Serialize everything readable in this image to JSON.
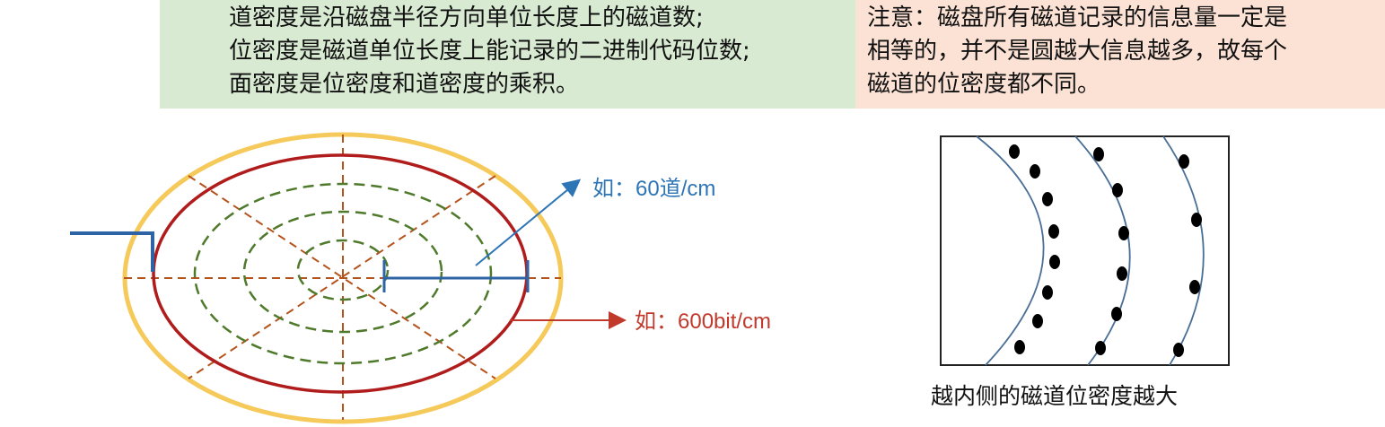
{
  "definitions": {
    "lines": [
      "道密度是沿磁盘半径方向单位长度上的磁道数;",
      "位密度是磁道单位长度上能记录的二进制代码位数;",
      "面密度是位密度和道密度的乘积。"
    ]
  },
  "note": {
    "lines": [
      "注意：磁盘所有磁道记录的信息量一定是",
      "相等的，并不是圆越大信息越多，故每个",
      "磁道的位密度都不同。"
    ]
  },
  "disk_diagram": {
    "track_density_label": "如：60道/cm",
    "bit_density_label": "如：600bit/cm",
    "colors": {
      "platter_edge": "#f5c95a",
      "outer_track": "#b01c1c",
      "inner_tracks": "#4f7a2c",
      "radial_lines": "#b5531c",
      "head_arm": "#2e64a6",
      "track_arrow": "#2e75b6",
      "bit_arrow": "#c0392b"
    }
  },
  "bit_density_diagram": {
    "caption": "越内侧的磁道位密度越大",
    "colors": {
      "track": "#4a6f96",
      "dot": "#000000"
    }
  }
}
